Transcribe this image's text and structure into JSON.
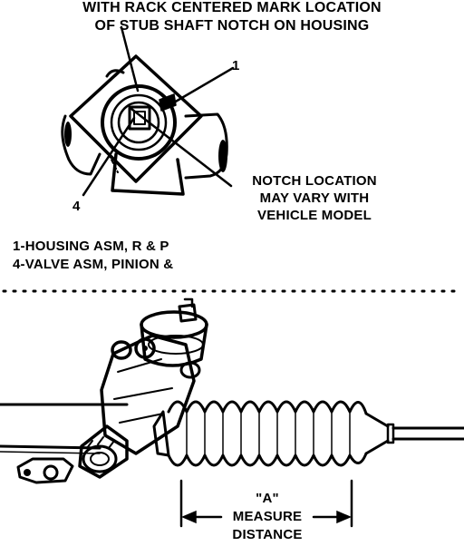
{
  "title": {
    "line1": "WITH RACK CENTERED MARK LOCATION",
    "line2": "OF STUB SHAFT NOTCH ON HOUSING"
  },
  "callouts": {
    "housing": "1",
    "valve": "4"
  },
  "note": {
    "line1": "NOTCH LOCATION",
    "line2": "MAY VARY WITH",
    "line3": "VEHICLE MODEL"
  },
  "legend": {
    "item1": "1-HOUSING ASM, R & P",
    "item2": "4-VALVE ASM, PINION &"
  },
  "dimension": {
    "label": "\"A\"",
    "line1": "MEASURE",
    "line2": "DISTANCE"
  }
}
